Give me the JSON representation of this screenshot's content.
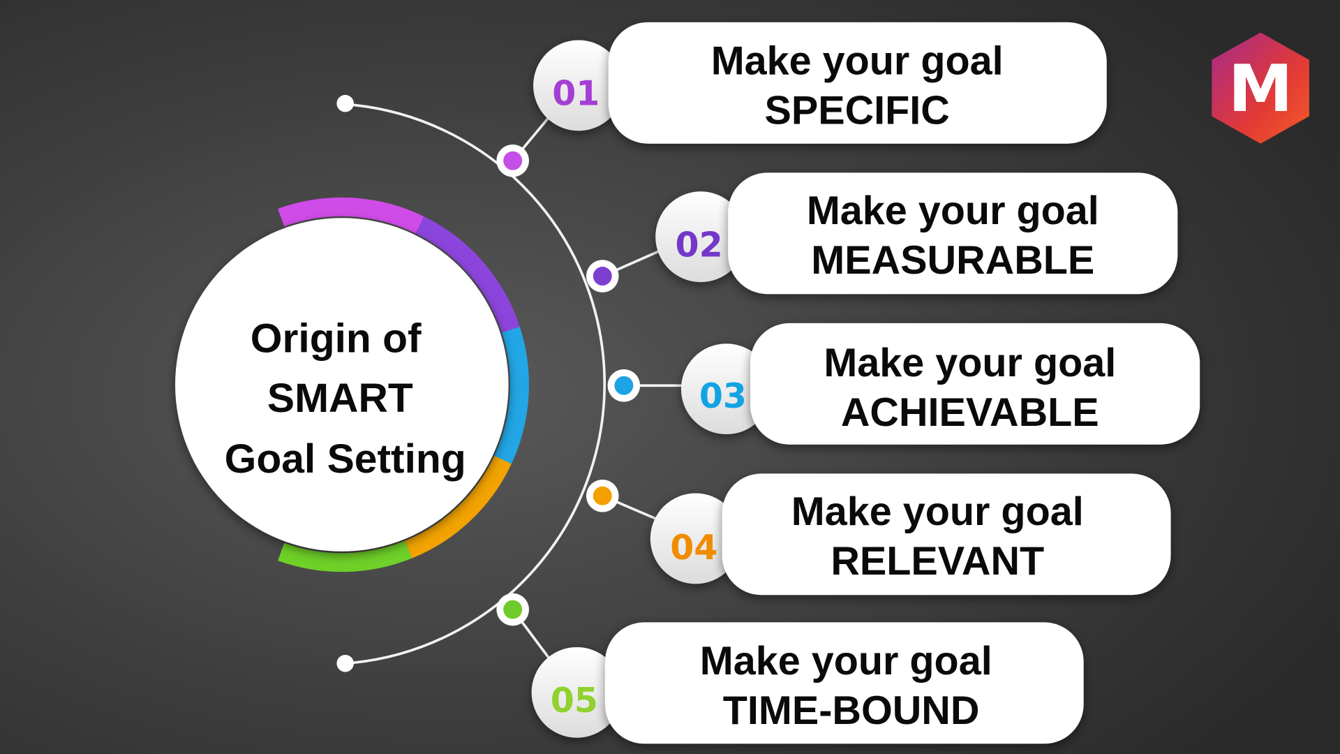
{
  "title": {
    "line1": "Origin of",
    "line2": "SMART",
    "line3": "Goal Setting"
  },
  "logo": {
    "letter": "M",
    "colors": [
      "#b0308a",
      "#e8402e",
      "#f05a28"
    ]
  },
  "steps": [
    {
      "number": "01",
      "line1": "Make your goal",
      "line2": "SPECIFIC",
      "color": "#a43fd4"
    },
    {
      "number": "02",
      "line1": "Make your goal",
      "line2": "MEASURABLE",
      "color": "#7437c9"
    },
    {
      "number": "03",
      "line1": "Make your goal",
      "line2": "ACHIEVABLE",
      "color": "#13a3e3"
    },
    {
      "number": "04",
      "line1": "Make your goal",
      "line2": "RELEVANT",
      "color": "#f08c00"
    },
    {
      "number": "05",
      "line1": "Make your goal",
      "line2": "TIME-BOUND",
      "color": "#8fd12e"
    }
  ],
  "ring_colors": [
    "#d04ce8",
    "#8c45dc",
    "#22a6e6",
    "#f2a300",
    "#6fd028"
  ]
}
